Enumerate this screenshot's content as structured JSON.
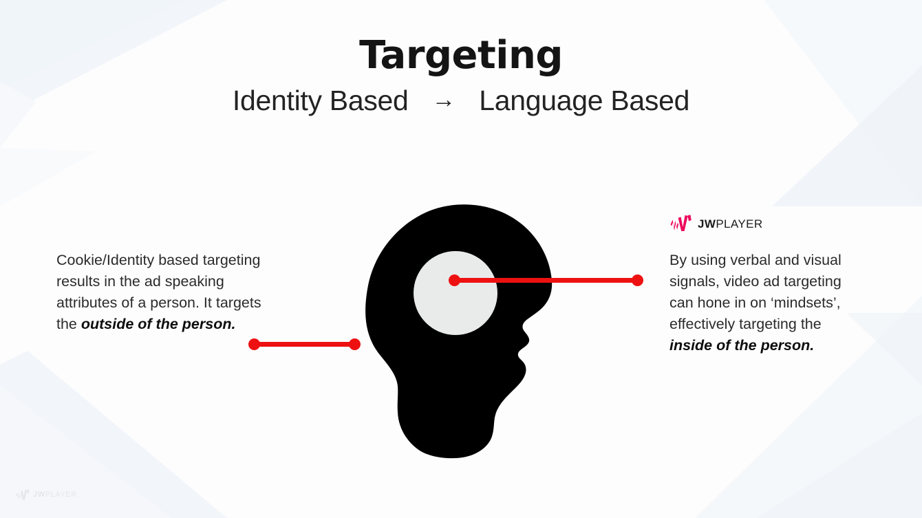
{
  "slide": {
    "title": "Targeting",
    "subtitle_left": "Identity Based",
    "subtitle_arrow": "→",
    "subtitle_right": "Language Based"
  },
  "left_callout": {
    "text_plain": "Cookie/Identity based targeting results in the ad speaking attributes of a person. It targets  the ",
    "text_emphasis": "outside of the person."
  },
  "right_callout": {
    "text_plain_a": "By using verbal and visual signals, video ad targeting can hone in on ‘mindsets’, effectively targeting the ",
    "text_emphasis": "inside of the person."
  },
  "brand": {
    "name_bold": "JW",
    "name_light": "PLAYER",
    "mark_color": "#ED0A5C",
    "wordmark_color": "#1b1b1b"
  },
  "illustration": {
    "head_label": "head-silhouette-profile",
    "head_color": "#000000",
    "mind_circle_color": "#e8ebea",
    "connector_color": "#ee1111"
  },
  "background": {
    "base_color": "#fdfdfe",
    "accent_color": "#eef2f7",
    "accent_color_soft": "#f4f7fa"
  }
}
